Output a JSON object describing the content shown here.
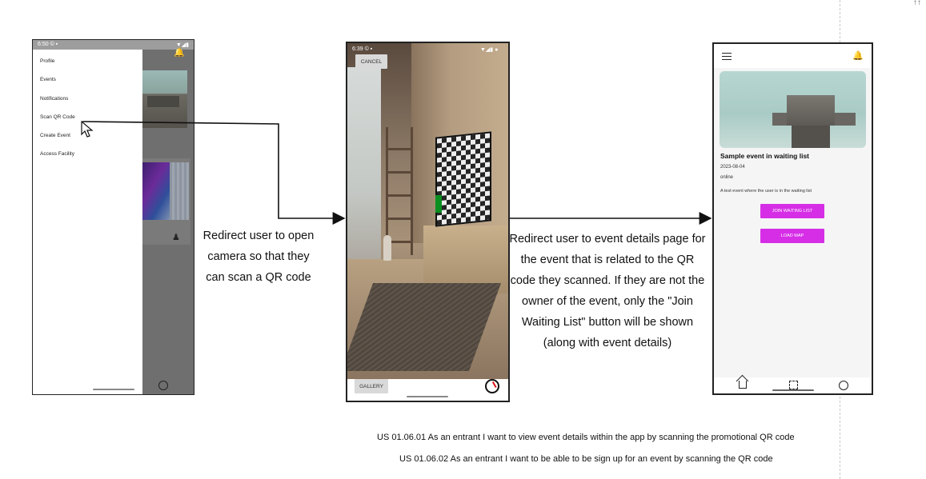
{
  "corner_mark": "↑↑",
  "phone1": {
    "status_left": "6:50 © ▪",
    "status_right": "▼◢▮",
    "drawer_items": [
      {
        "label": "Profile"
      },
      {
        "label": "Events"
      },
      {
        "label": "Notifications"
      },
      {
        "label": "Scan QR Code"
      },
      {
        "label": "Create Event"
      },
      {
        "label": "Access Facility"
      }
    ]
  },
  "phone2": {
    "status_left": "6:39 © ▪",
    "status_right": "▼◢▮ ●",
    "cancel_label": "CANCEL",
    "gallery_label": "GALLERY"
  },
  "phone3": {
    "event_title": "Sample event in waiting list",
    "event_date": "2023-08-04",
    "event_location": "online",
    "event_description": "A test event where the user is in the waiting list",
    "join_button_label": "JOIN WAITING LIST",
    "map_button_label": "LOAD MAP"
  },
  "notes": {
    "camera_note": "Redirect user to open camera so that they can scan a QR code",
    "details_note": "Redirect user to event details page for the event that is related to the QR code they scanned. If they are not the owner of the event, only the \"Join Waiting List\" button will be shown (along with event details)"
  },
  "user_stories": [
    "US 01.06.01 As an entrant I want to view event details within the app by scanning the promotional QR code",
    "US 01.06.02 As an entrant I want to be able to be sign up for an event by scanning the QR code"
  ],
  "colors": {
    "accent_button": "#d62ee6",
    "scrim": "#6f6f6f",
    "line": "#111111"
  }
}
